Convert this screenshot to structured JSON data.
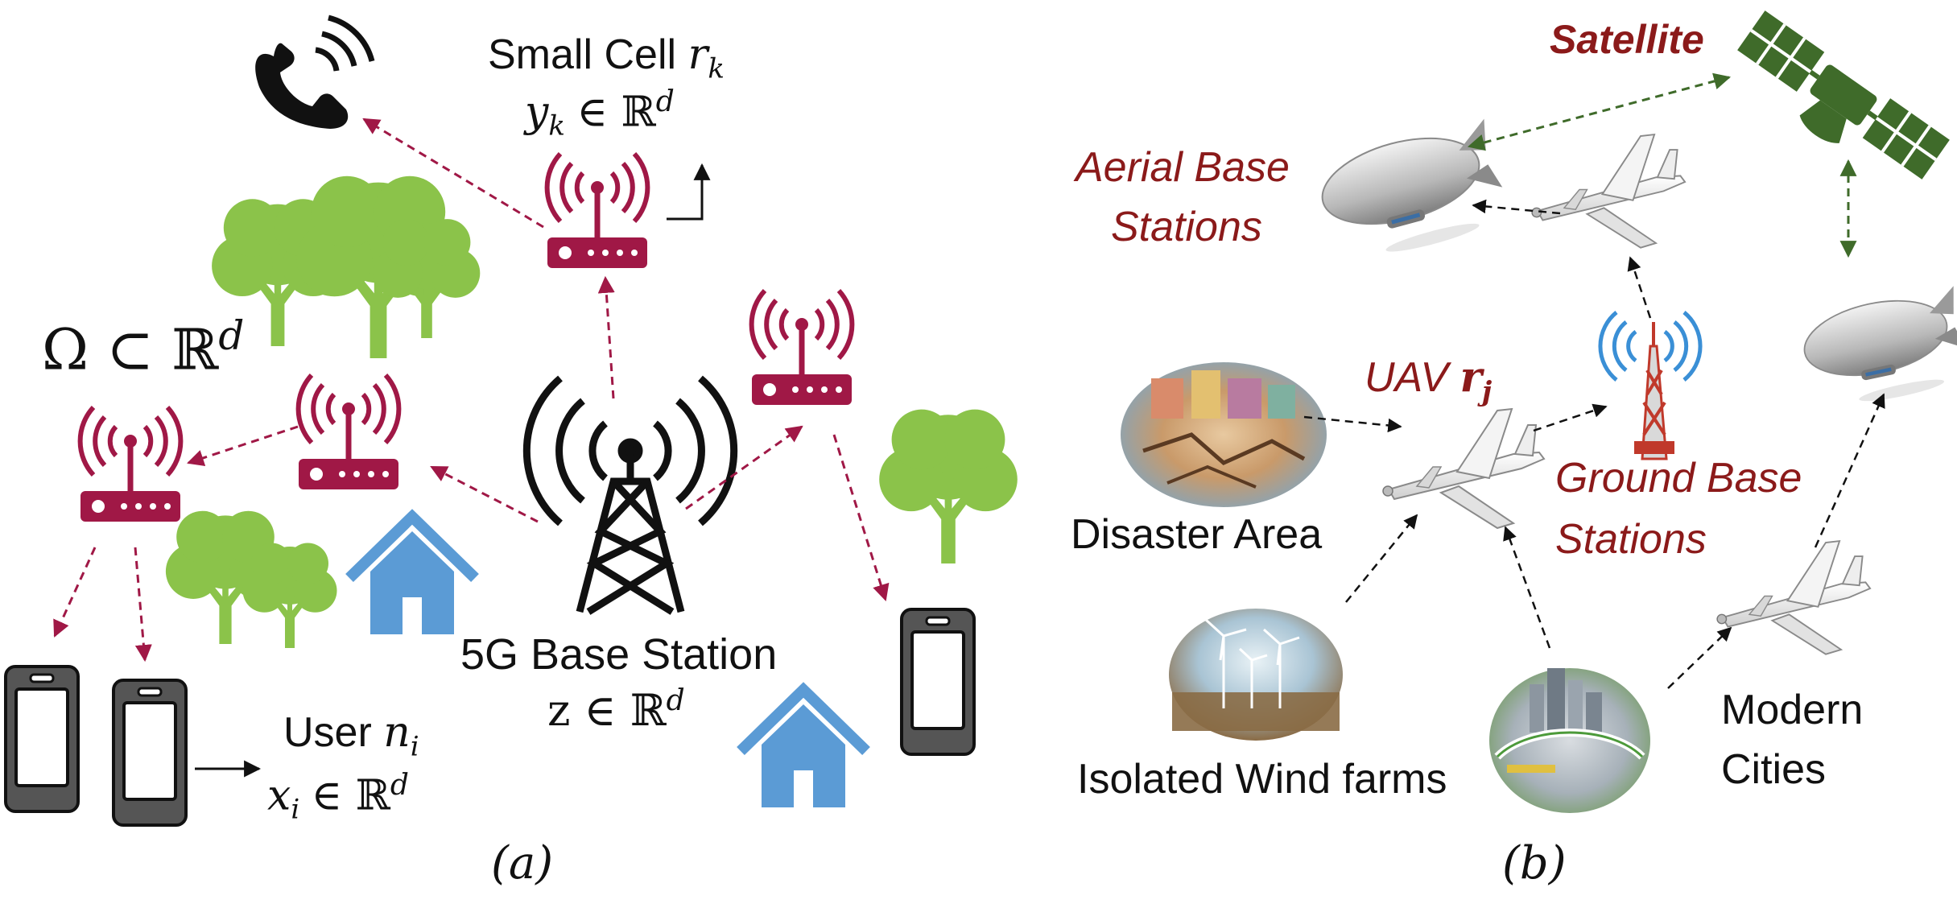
{
  "panel_a": {
    "small_cell_label": "Small Cell",
    "small_cell_var": "r",
    "small_cell_sub": "k",
    "small_cell_expr_var": "y",
    "small_cell_expr_sub": "k",
    "in_reals": "∈ ℝ",
    "dim": "d",
    "omega_expr": "Ω ⊂ ℝ",
    "base_station_label": "5G Base Station",
    "base_station_expr": "z ∈ ℝ",
    "user_label": "User",
    "user_var": "n",
    "user_sub": "i",
    "user_expr_var": "x",
    "user_expr_sub": "i",
    "caption": "(a)"
  },
  "panel_b": {
    "satellite_label": "Satellite",
    "aerial_label_line1": "Aerial Base",
    "aerial_label_line2": "Stations",
    "uav_label": "UAV",
    "uav_var": "r",
    "uav_sub": "j",
    "ground_label_line1": "Ground Base",
    "ground_label_line2": "Stations",
    "disaster_label": "Disaster Area",
    "wind_label": "Isolated Wind farms",
    "cities_line1": "Modern",
    "cities_line2": "Cities",
    "caption": "(b)"
  },
  "colors": {
    "router": "#a01846",
    "tree": "#8bc34a",
    "house": "#5b9bd5",
    "arrow_a": "#a01846",
    "arrow_sat": "#3f6b2a",
    "text_red": "#8b1a1a",
    "satellite": "#3f6b2a"
  }
}
